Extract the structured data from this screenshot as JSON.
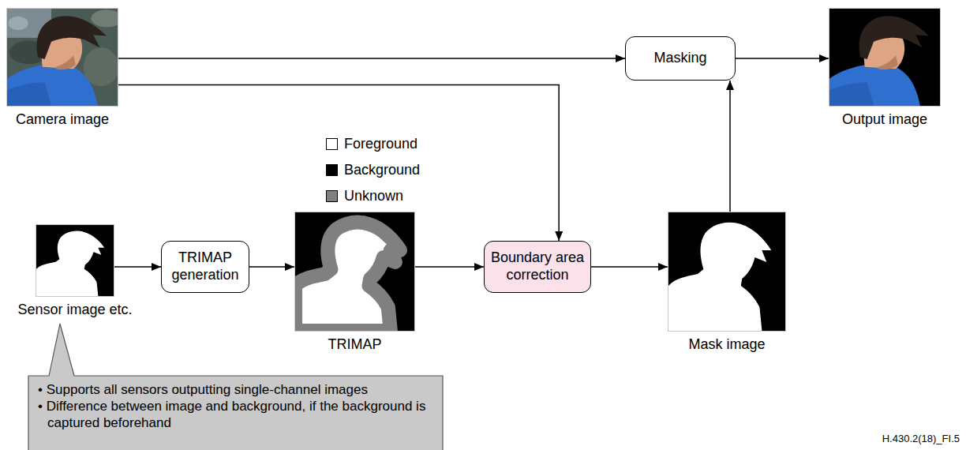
{
  "diagram": {
    "nodes": [
      {
        "text": [
          "Camera image"
        ]
      },
      {
        "text": [
          "Masking"
        ]
      },
      {
        "text": [
          "Output image"
        ]
      },
      {
        "text": [
          "Sensor image etc."
        ]
      },
      {
        "text": [
          "TRIMAP generation"
        ]
      },
      {
        "text": [
          "TRIMAP"
        ]
      },
      {
        "text": [
          "Boundary area correction"
        ]
      },
      {
        "text": [
          "Mask image"
        ]
      },
      {
        "text": [
          "• Supports all sensors outputting single-channel images",
          "• Difference between image and background, if the background is captured beforehand"
        ]
      }
    ],
    "edges": [
      {
        "from": 0,
        "to": 1,
        "arrow": "to"
      },
      {
        "from": 1,
        "to": 2,
        "arrow": "to"
      },
      {
        "from": 0,
        "to": 6,
        "arrow": "to"
      },
      {
        "from": 3,
        "to": 4,
        "arrow": "to"
      },
      {
        "from": 4,
        "to": 5,
        "arrow": "to"
      },
      {
        "from": 5,
        "to": 6,
        "arrow": "to"
      },
      {
        "from": 6,
        "to": 7,
        "arrow": "to"
      },
      {
        "from": 7,
        "to": 1,
        "arrow": "to"
      }
    ],
    "labels": [
      "H.430.2(18)_FI.5"
    ],
    "legend": [
      {
        "text": "Foreground",
        "color": "#ffffff"
      },
      {
        "text": "Background",
        "color": "#000000"
      },
      {
        "text": "Unknown",
        "color": "#808080"
      }
    ]
  }
}
